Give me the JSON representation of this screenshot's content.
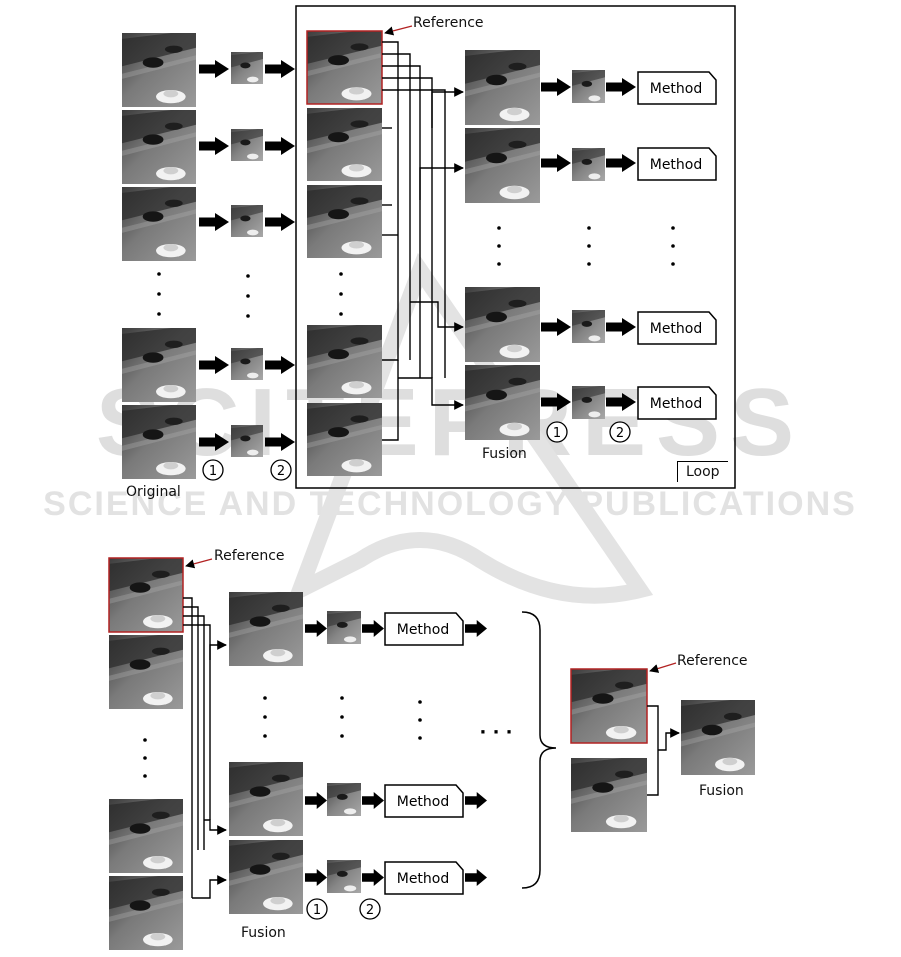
{
  "labels": {
    "original": "Original",
    "reference": "Reference",
    "fusion": "Fusion",
    "loop": "Loop",
    "method": "Method",
    "step1": "1",
    "step2": "2",
    "ellipsis": "· · ·"
  },
  "watermark": {
    "line1": "SCITEPRESS",
    "line2": "SCIENCE AND TECHNOLOGY PUBLICATIONS"
  },
  "colors": {
    "reference_border": "#b22222",
    "arrow": "#000000",
    "watermark": "#d9d9d9"
  }
}
